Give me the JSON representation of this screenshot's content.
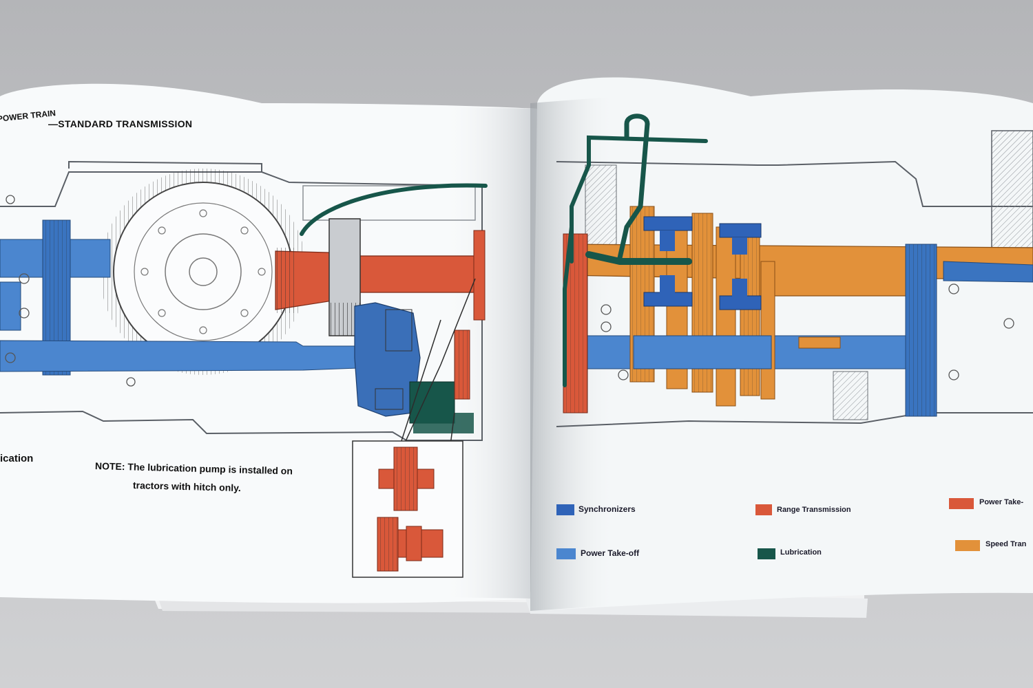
{
  "left_page": {
    "header_partial": "POWER TRAIN",
    "header_title": "—STANDARD TRANSMISSION",
    "side_label_partial": "ication",
    "note_line1": "NOTE: The lubrication pump is installed on",
    "note_line2": "tractors with hitch only."
  },
  "right_page": {
    "legend": [
      {
        "label": "Synchronizers",
        "color": "#2f63b8"
      },
      {
        "label": "Range Transmission",
        "color": "#d9583a"
      },
      {
        "label": "Power Take-",
        "color": "#d9583a"
      },
      {
        "label": "Power Take-off",
        "color": "#4b86cf"
      },
      {
        "label": "Lubrication",
        "color": "#17564a"
      },
      {
        "label": "Speed Tran",
        "color": "#e2913a"
      }
    ]
  },
  "colors": {
    "synchronizers": "#2f63b8",
    "range": "#d9583a",
    "pto": "#4b86cf",
    "lubrication": "#17564a",
    "speed": "#e2913a",
    "paper": "#f7f9fa",
    "outline": "#555a60"
  }
}
